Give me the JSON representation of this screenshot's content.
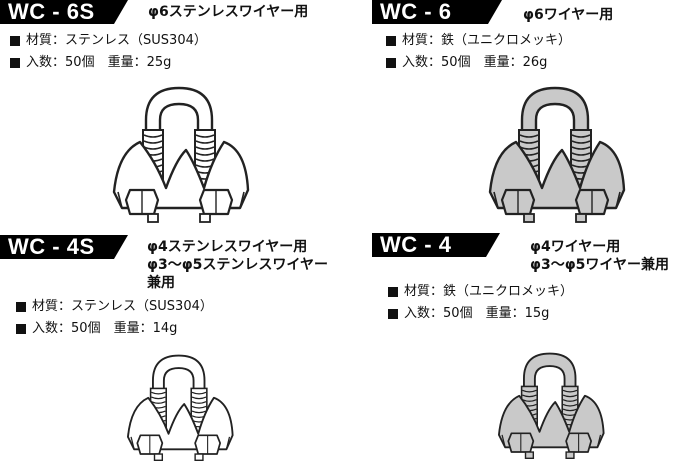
{
  "products": [
    {
      "code": "WC - 6S",
      "title": "φ6ステンレスワイヤー用",
      "specs": [
        {
          "label": "材質",
          "value": "ステンレス（SUS304）"
        },
        {
          "label": "入数",
          "value": "50個　重量：25g"
        }
      ],
      "finish": "stainless"
    },
    {
      "code": "WC - 6",
      "title": "φ6ワイヤー用",
      "specs": [
        {
          "label": "材質",
          "value": "鉄（ユニクロメッキ）"
        },
        {
          "label": "入数",
          "value": "50個　重量：26g"
        }
      ],
      "finish": "iron"
    },
    {
      "code": "WC - 4S",
      "title": "φ4ステンレスワイヤー用\nφ3～φ5ステンレスワイヤー\n兼用",
      "specs": [
        {
          "label": "材質",
          "value": "ステンレス（SUS304）"
        },
        {
          "label": "入数",
          "value": "50個　重量：14g"
        }
      ],
      "finish": "stainless"
    },
    {
      "code": "WC - 4",
      "title": "φ4ワイヤー用\nφ3～φ5ワイヤー兼用",
      "specs": [
        {
          "label": "材質",
          "value": "鉄（ユニクロメッキ）"
        },
        {
          "label": "入数",
          "value": "50個　重量：15g"
        }
      ],
      "finish": "iron"
    }
  ],
  "colors": {
    "stainless_fill": "#ffffff",
    "iron_fill": "#c9c9c9",
    "outline": "#222222"
  }
}
